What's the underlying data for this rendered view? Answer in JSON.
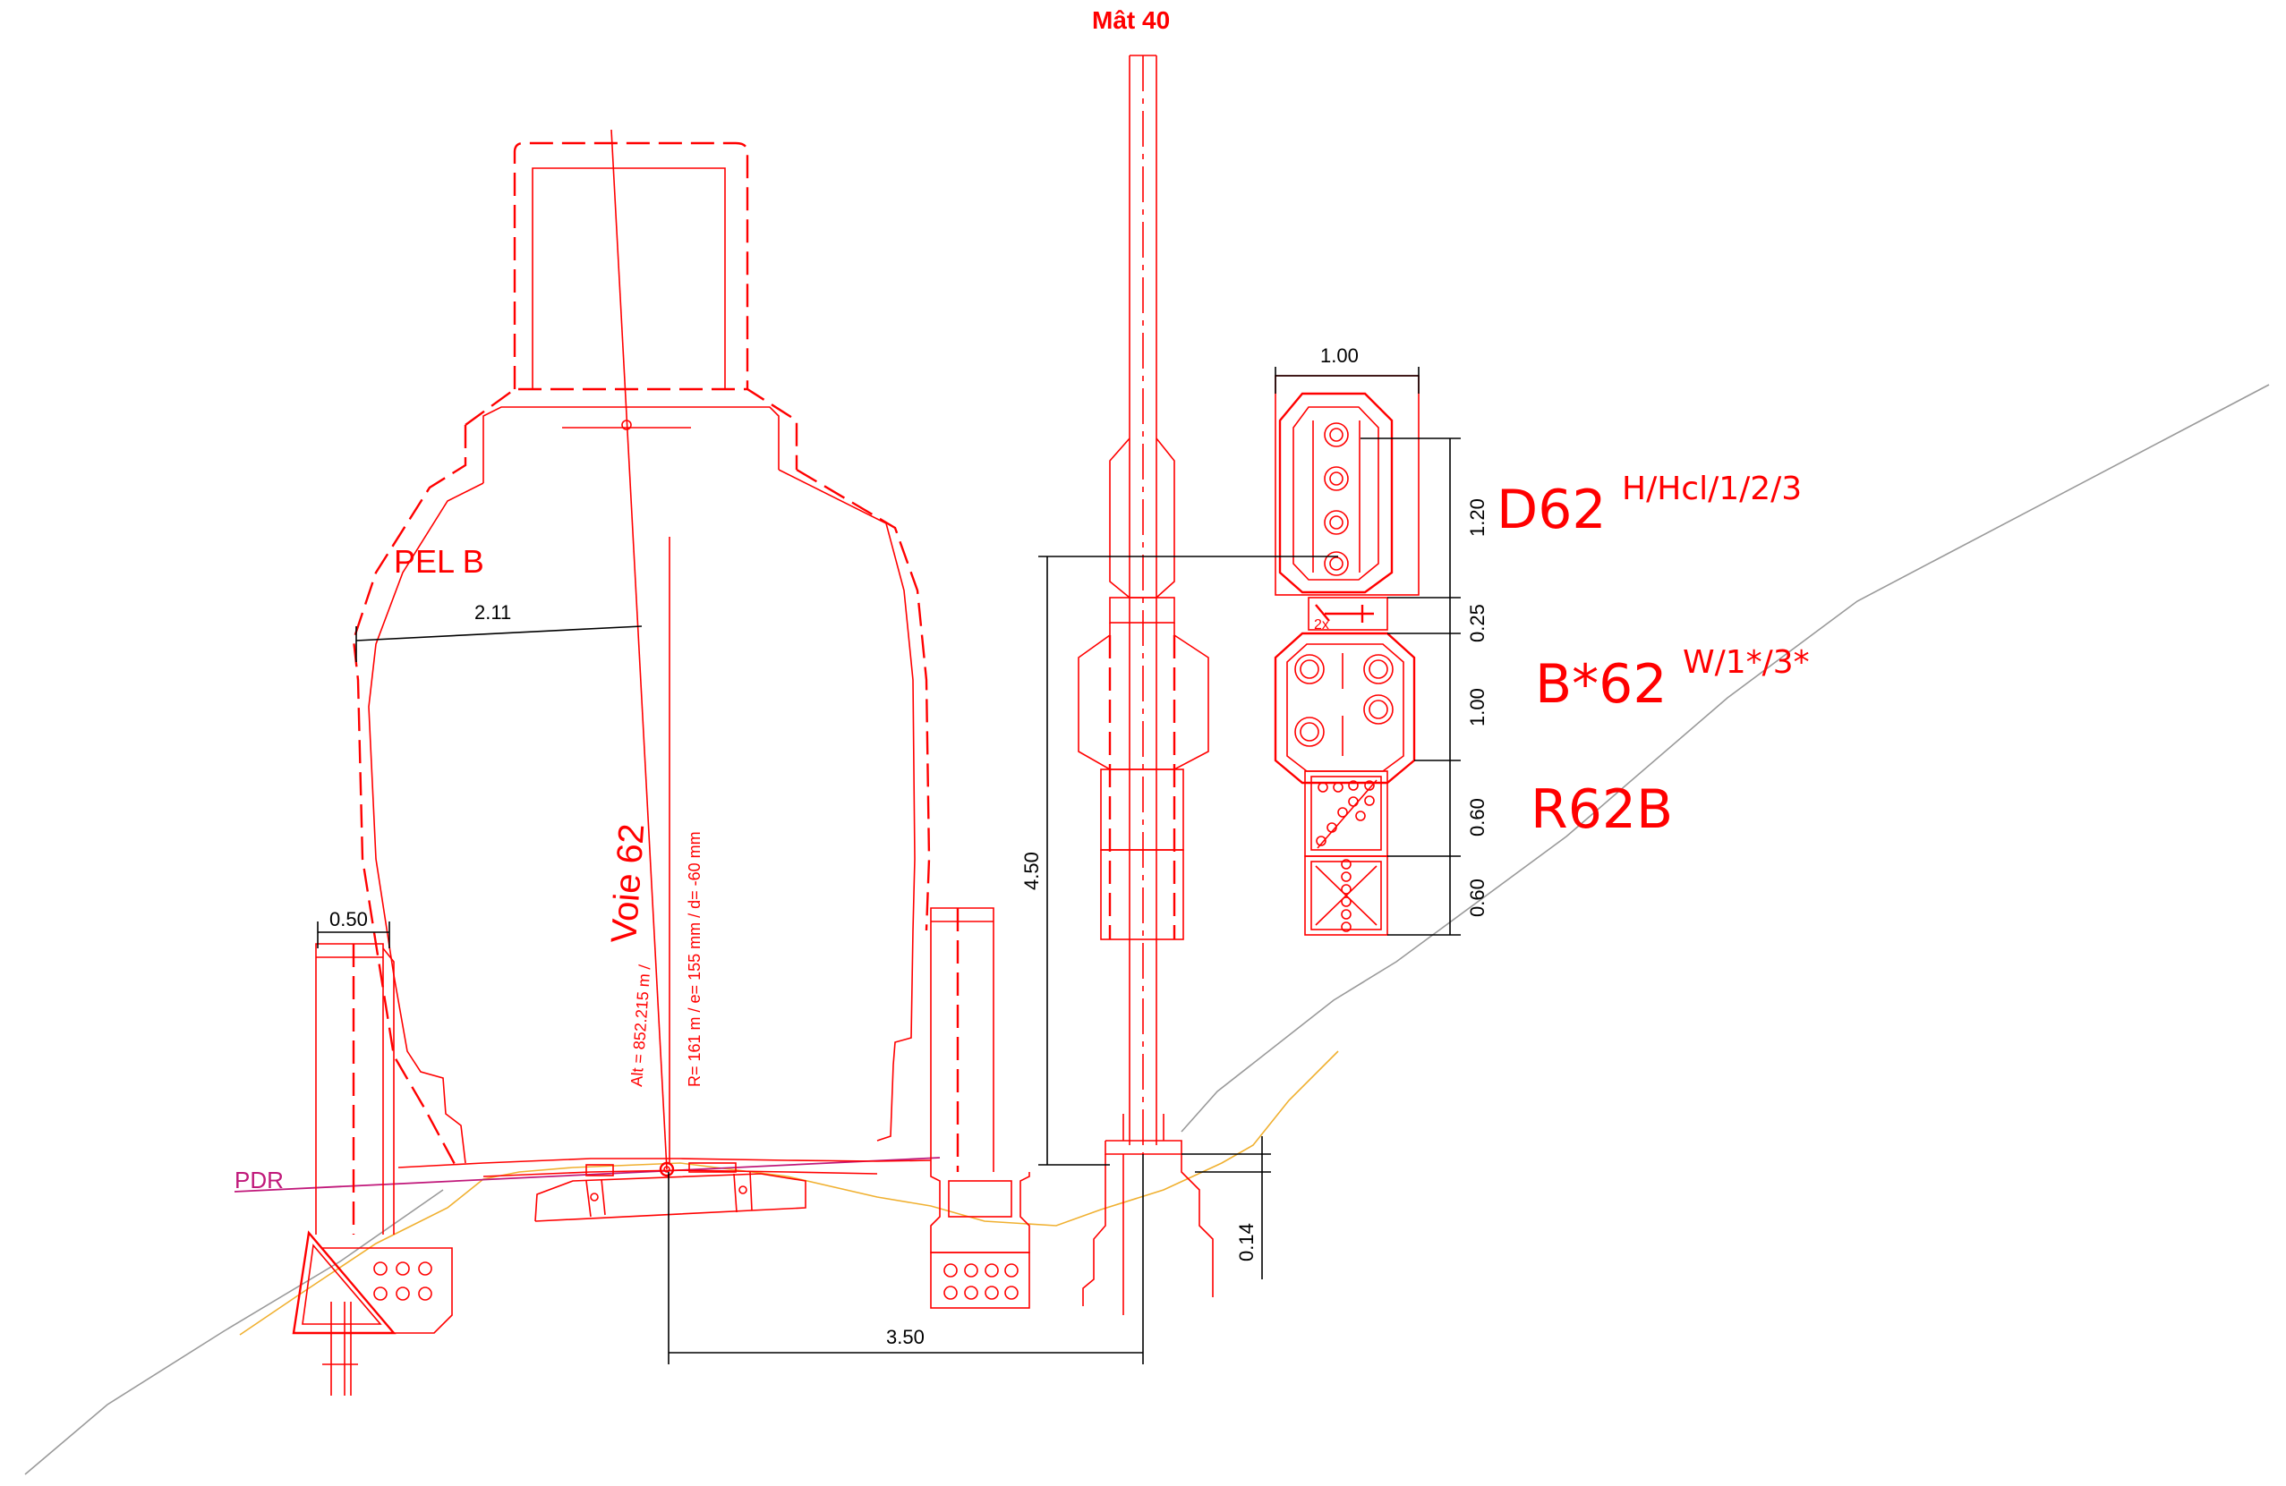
{
  "mast_title": "Mât 40",
  "labels": {
    "pel": "PEL B",
    "pdr": "PDR",
    "voie": "Voie 62",
    "alt_line": "Alt = 852.215 m /",
    "radius_line": "R= 161 m / e= 155 mm / d= -60 mm",
    "repeat_count": "2x"
  },
  "signals": {
    "d62": {
      "name": "D62",
      "sup": "H/Hcl/1/2/3"
    },
    "b62": {
      "name": "B*62",
      "sup": "W/1*/3*"
    },
    "r62": {
      "name": "R62B"
    }
  },
  "dimensions": {
    "pel_offset": "2.11",
    "wall_width": "0.50",
    "signal_height": "4.50",
    "track_to_mast": "3.50",
    "panel_width": "1.00",
    "d62_height": "1.20",
    "indicator_height": "0.25",
    "b62_height": "1.00",
    "r62_height": "0.60",
    "bottom_panel_height": "0.60",
    "base_step": "0.14"
  },
  "colors": {
    "drawing": "#ff0000",
    "dimensions": "#000000",
    "pdr_line": "#c0187a",
    "terrain_profile": "#f0b030",
    "ground_line": "#9a9a9a"
  }
}
